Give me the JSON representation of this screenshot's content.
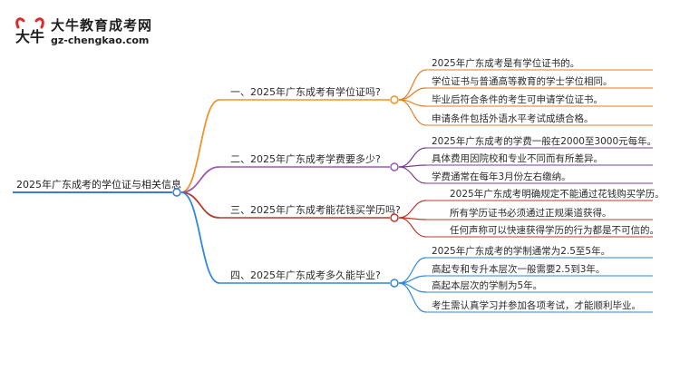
{
  "logo": {
    "name": "大牛教育成考网",
    "url": "gz-chengkao.com",
    "mark_text": "大牛"
  },
  "root": {
    "label": "2025年广东成考的学位证与相关信息",
    "color": "#3a7bd5"
  },
  "branches": [
    {
      "label": "一、2025年广东成考有学位证吗?",
      "color": "#f0932b",
      "children": [
        "2025年广东成考是有学位证书的。",
        "学位证书与普通高等教育的学士学位相同。",
        "毕业后符合条件的考生可申请学位证书。",
        "申请条件包括外语水平考试成绩合格。"
      ]
    },
    {
      "label": "二、2025年广东成考学费要多少?",
      "color": "#9b59b6",
      "children": [
        "2025年广东成考的学费一般在2000至3000元每年。",
        "具体费用因院校和专业不同而有所差异。",
        "学费通常在每年3月份左右缴纳。"
      ]
    },
    {
      "label": "三、2025年广东成考能花钱买学历吗?",
      "color": "#c0392b",
      "children": [
        "2025年广东成考明确规定不能通过花钱购买学历。",
        "所有学历证书必须通过正规渠道获得。",
        "任何声称可以快速获得学历的行为都是不可信的。"
      ]
    },
    {
      "label": "四、2025年广东成考多久能毕业?",
      "color": "#2e86de",
      "children": [
        "2025年广东成考的学制通常为2.5至5年。",
        "高起专和专升本层次一般需要2.5到3年。",
        "高起本层次的学制为5年。",
        "考生需认真学习并参加各项考试，才能顺利毕业。"
      ]
    }
  ],
  "child_colors": [
    "#e67e22",
    "#7d3c98",
    "#c0392b",
    "#2e86de"
  ]
}
